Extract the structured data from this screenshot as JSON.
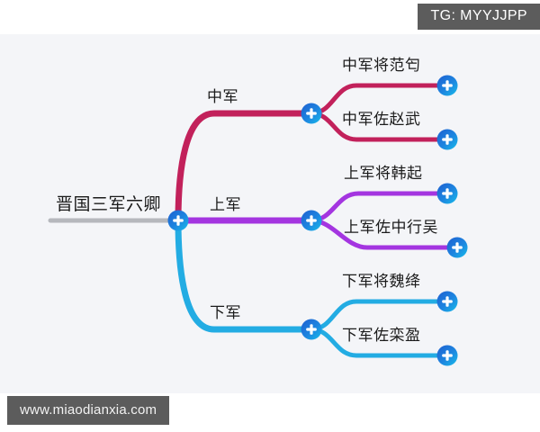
{
  "tag": {
    "label": "TG: MYYJJPP"
  },
  "watermark": {
    "url": "www.miaodianxia.com"
  },
  "colors": {
    "canvas_background": "#f4f5f8",
    "page_background": "#ffffff",
    "root_line": "#b6b8bd",
    "middle_army_branch": "#c2215b",
    "upper_army_branch": "#a435e0",
    "lower_army_branch": "#23ace3",
    "node_fill_dark": "#1565d8",
    "node_fill_light": "#17b9e8",
    "node_plus": "#ffffff",
    "text": "#1b1b1b",
    "tag_background": "#5c5c5c"
  },
  "mindmap": {
    "root": {
      "label": "晋国三军六卿",
      "node_icon": "plus-circle-icon"
    },
    "branches": [
      {
        "label": "中军",
        "color_key": "middle_army_branch",
        "node_icon": "plus-circle-icon",
        "leaves": [
          {
            "label": "中军将范匄",
            "node_icon": "plus-circle-icon"
          },
          {
            "label": "中军佐赵武",
            "node_icon": "plus-circle-icon"
          }
        ]
      },
      {
        "label": "上军",
        "color_key": "upper_army_branch",
        "node_icon": "plus-circle-icon",
        "leaves": [
          {
            "label": "上军将韩起",
            "node_icon": "plus-circle-icon"
          },
          {
            "label": "上军佐中行吴",
            "node_icon": "plus-circle-icon"
          }
        ]
      },
      {
        "label": "下军",
        "color_key": "lower_army_branch",
        "node_icon": "plus-circle-icon",
        "leaves": [
          {
            "label": "下军将魏绛",
            "node_icon": "plus-circle-icon"
          },
          {
            "label": "下军佐栾盈",
            "node_icon": "plus-circle-icon"
          }
        ]
      }
    ]
  }
}
